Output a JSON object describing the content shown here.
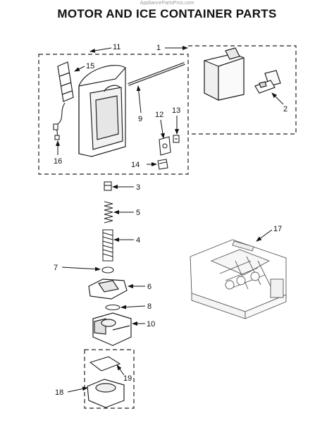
{
  "watermark": "AppliancePartsPros.com",
  "title": "MOTOR AND ICE CONTAINER PARTS",
  "callouts": {
    "c1": "1",
    "c2": "2",
    "c3": "3",
    "c4": "4",
    "c5": "5",
    "c6": "6",
    "c7": "7",
    "c8": "8",
    "c9": "9",
    "c10": "10",
    "c11": "11",
    "c12": "12",
    "c13": "13",
    "c14": "14",
    "c15": "15",
    "c16": "16",
    "c17": "17",
    "c18": "18",
    "c19": "19"
  }
}
